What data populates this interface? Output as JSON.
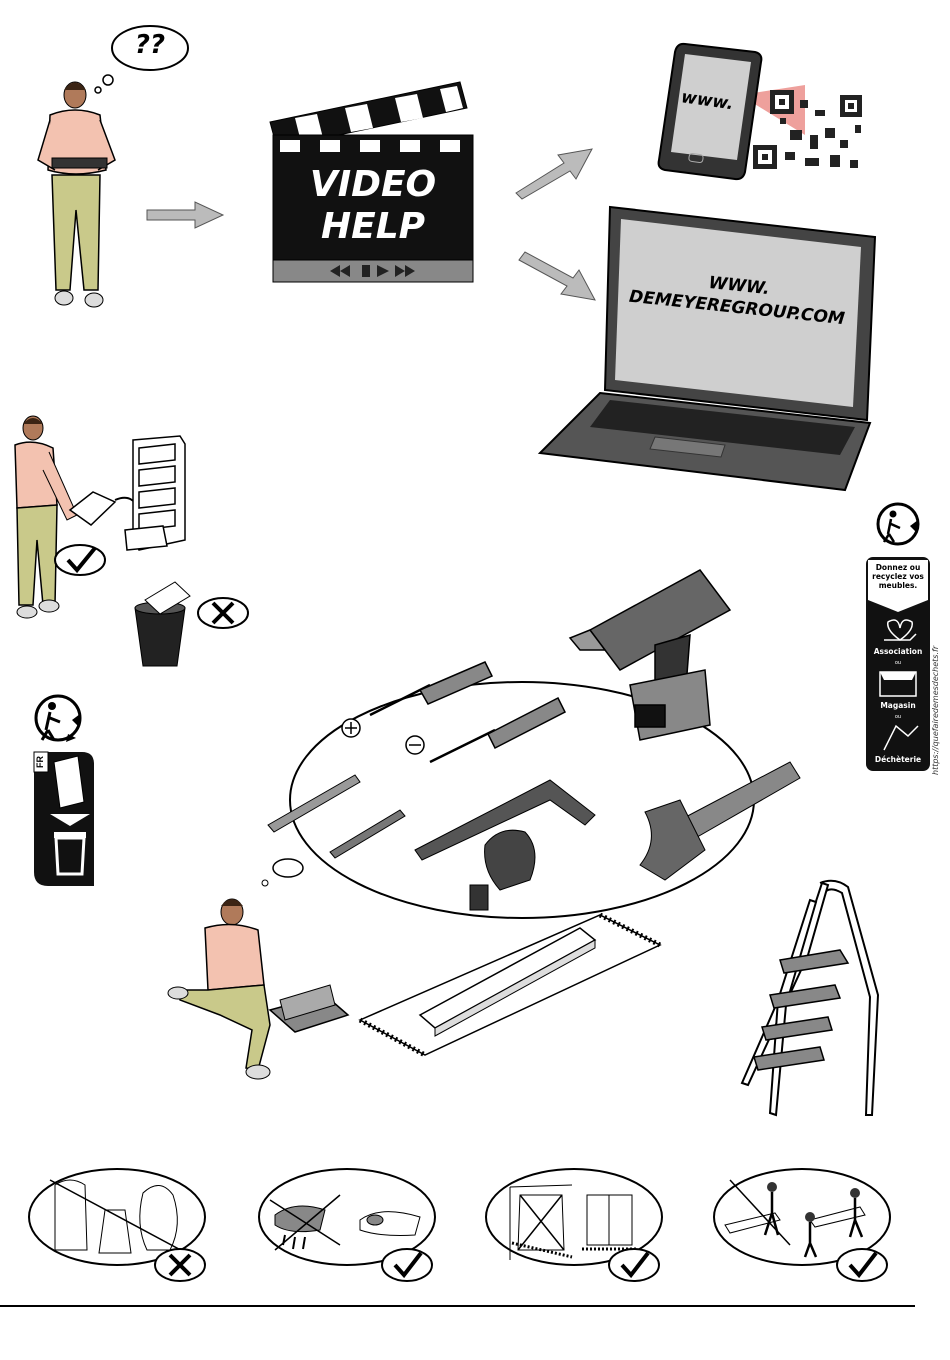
{
  "thought_bubble": {
    "text": "??"
  },
  "clapper": {
    "line1": "VIDEO",
    "line2": "HELP"
  },
  "phone": {
    "screen_text": "www."
  },
  "laptop": {
    "line1": "WWW.",
    "line2": "DEMEYEREGROUP.COM"
  },
  "recycling_panel": {
    "heading": "Donnez ou recyclez vos meubles.",
    "opt1": "Association",
    "sep1": "ou",
    "opt2": "Magasin",
    "sep2": "ou",
    "opt3": "Déchèterie",
    "url": "https://quefairedemesdechets.fr"
  },
  "triman_badge": {
    "country": "FR"
  },
  "colors": {
    "skin": "#f0b9a6",
    "pants": "#c9c98a",
    "dark": "#1a1a1a",
    "gray": "#888888",
    "screen": "#cfcfcf"
  }
}
